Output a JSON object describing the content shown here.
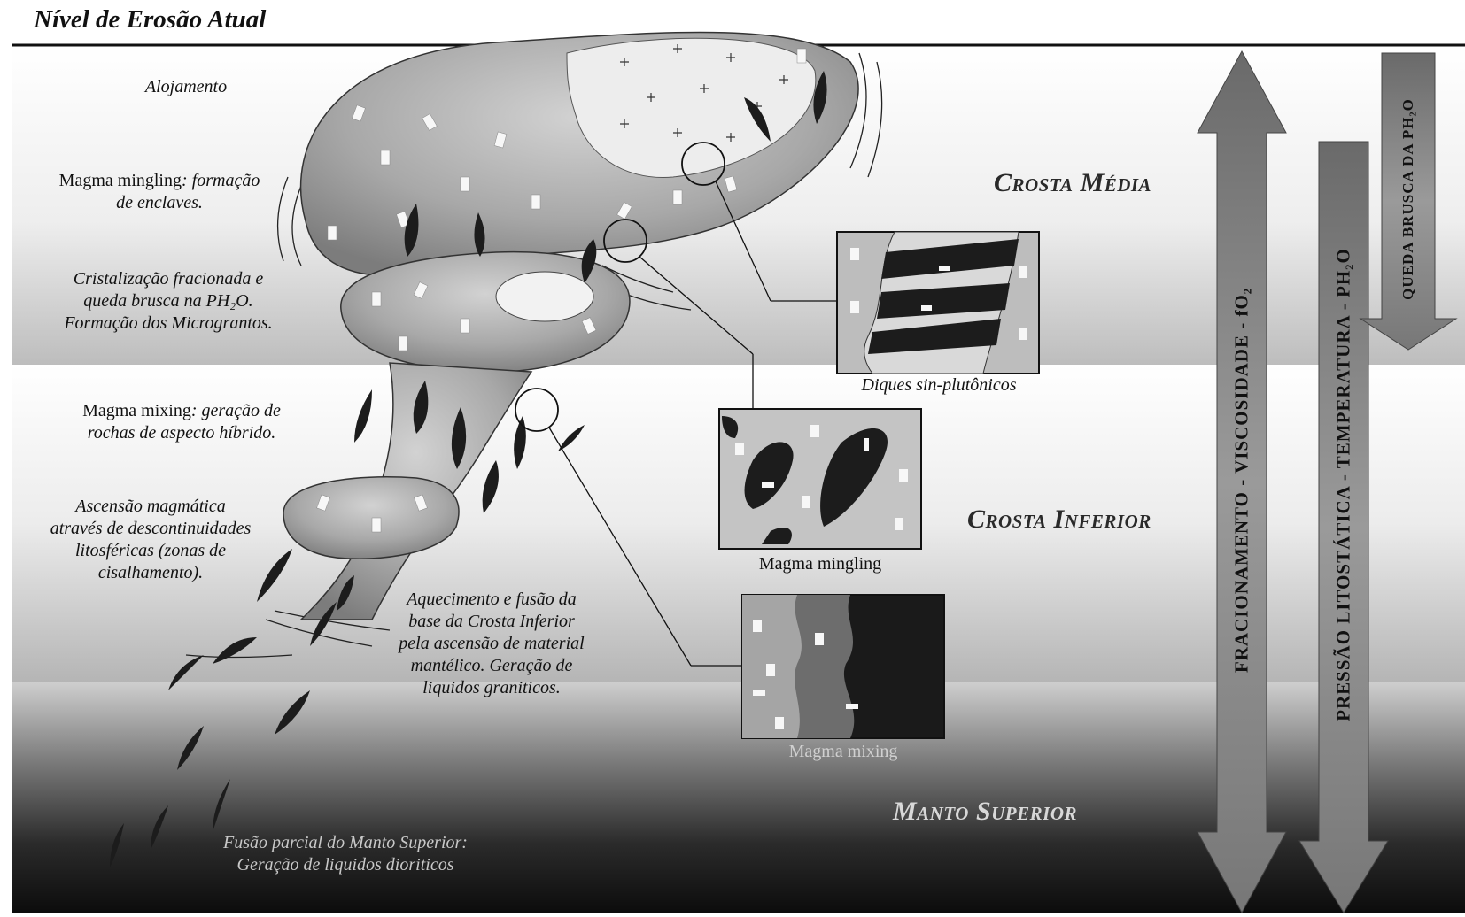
{
  "title": "Nível de Erosão Atual",
  "labels": {
    "alojamento": "Alojamento",
    "mingling_a": "Magma mingling",
    "mingling_b": ": formação",
    "mingling_c": "de enclaves.",
    "crist_1": "Cristalização fracionada e",
    "crist_2": "queda brusca na PH₂O.",
    "crist_3": "Formação dos Micrograntos.",
    "mixing_a": "Magma mixing",
    "mixing_b": ": geração de",
    "mixing_c": "rochas de aspecto híbrido.",
    "asc_1": "Ascensão magmática",
    "asc_2": "através de descontinuidades",
    "asc_3": "litosféricas (zonas de",
    "asc_4": "cisalhamento).",
    "aq_1": "Aquecimento e fusão da",
    "aq_2": "base da Crosta Inferior",
    "aq_3": "pela ascensão de material",
    "aq_4": "mantélico. Geração de",
    "aq_5": "liquidos graniticos.",
    "fusao_1": "Fusão parcial do Manto Superior:",
    "fusao_2": "Geração de liquidos dioriticos"
  },
  "zones": {
    "crosta_media": "Crosta Média",
    "crosta_inferior": "Crosta Inferior",
    "manto_superior": "Manto Superior"
  },
  "insets": {
    "diques": "Diques sin-plutônicos",
    "mingling": "Magma mingling",
    "mixing": "Magma mixing"
  },
  "arrows": {
    "fracionamento": "FRACIONAMENTO - VISCOSIDADE - fO₂",
    "pressao": "PRESSÃO LITOSTÁTICA - TEMPERATURA - PH₂O",
    "queda": "QUEDA BRUSCA DA PH₂O"
  },
  "colors": {
    "crust_light": "#f4f4f4",
    "crust_mid": "#cfcfcf",
    "mantle_dark": "#141414",
    "magma_body": "#a9a9a9",
    "enclave": "#1c1c1c"
  }
}
